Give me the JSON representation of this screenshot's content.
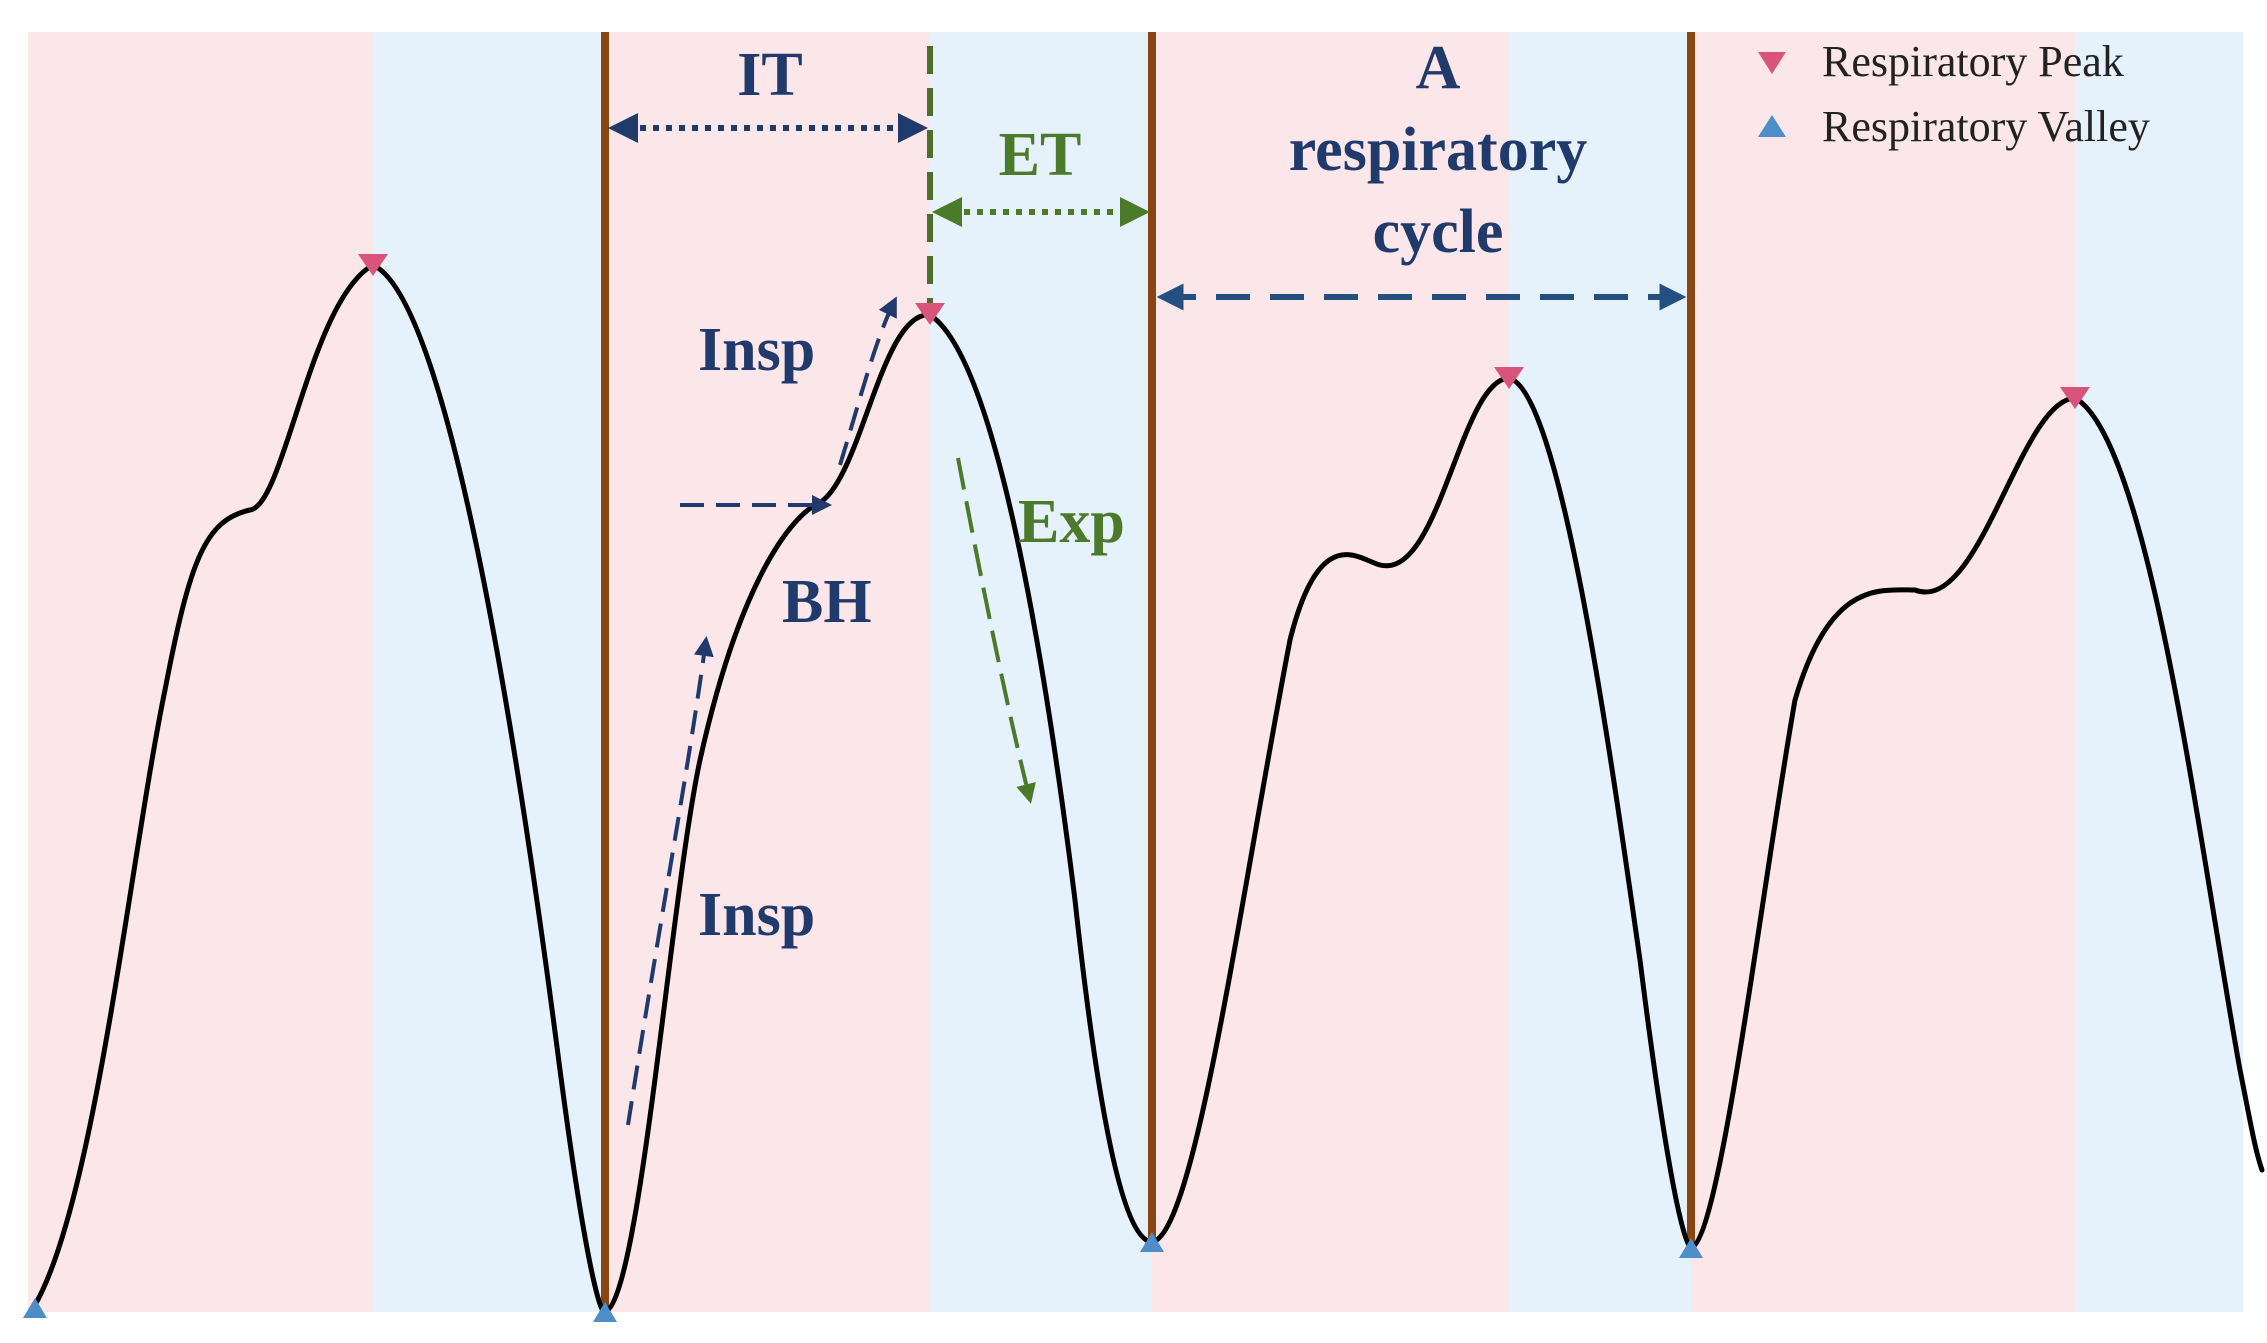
{
  "colors": {
    "inspiration_band": "#fbe6e9",
    "expiration_band": "#e6f2fb",
    "cycle_line": "#8b4513",
    "waveform": "#000000",
    "navy": "#1f3a6b",
    "green": "#4b7a2a",
    "dashed_blue": "#24507f",
    "peak_marker": "#d9547a",
    "valley_marker": "#4d8ec9"
  },
  "labels": {
    "it": "IT",
    "et": "ET",
    "cycle_line1": "A",
    "cycle_line2": "respiratory",
    "cycle_line3": "cycle",
    "insp_upper": "Insp",
    "insp_lower": "Insp",
    "bh": "BH",
    "exp": "Exp"
  },
  "legend": {
    "peak_label": "Respiratory Peak",
    "valley_label": "Respiratory Valley",
    "peak_icon": "triangle-down-icon",
    "valley_icon": "triangle-up-icon"
  }
}
